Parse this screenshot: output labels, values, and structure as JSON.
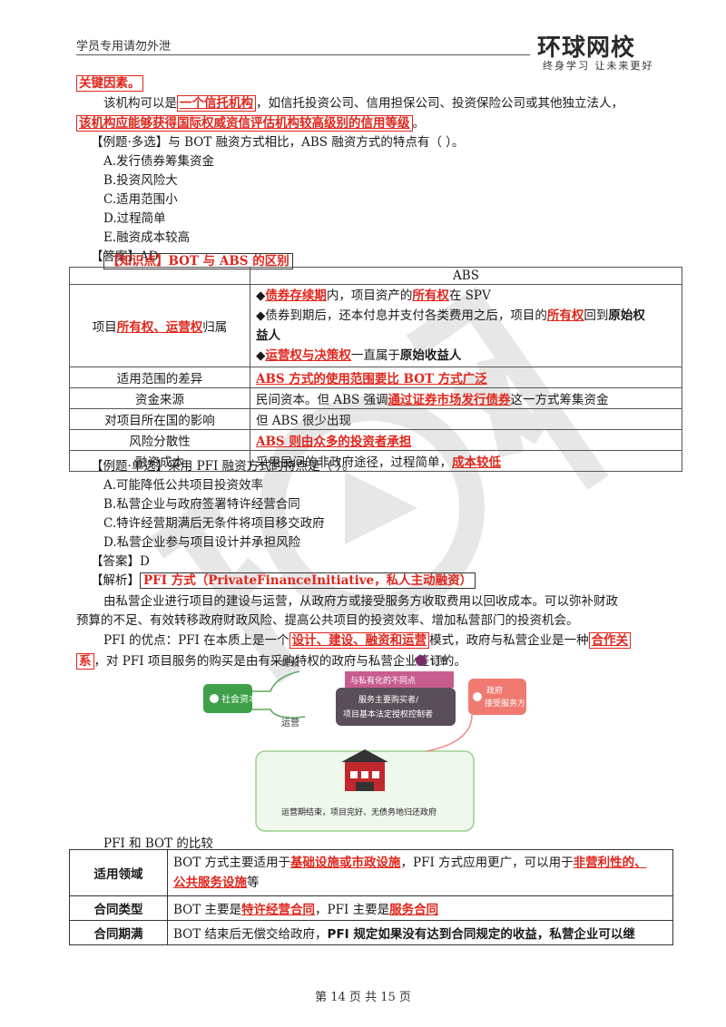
{
  "header": {
    "left": "学员专用请勿外泄",
    "logo_title": "环球网校",
    "logo_sub": "终身学习 让未来更好"
  },
  "top": {
    "key_factor": "关键因素。",
    "para1_a": "该机构可以是",
    "para1_b": "一个信托机构",
    "para1_c": "，如信托投资公司、信用担保公司、投资保险公司或其他独立法人，",
    "para2": "该机构应能够获得国际权威资信评估机构较高级别的信用等级",
    "para2_end": "。"
  },
  "q1": {
    "stem": "【例题·多选】与 BOT 融资方式相比，ABS 融资方式的特点有（  ）。",
    "options": [
      "A.发行债券筹集资金",
      "B.投资风险大",
      "C.适用范围小",
      "D.过程简单",
      "E.融资成本较高"
    ],
    "answer": "【答案】AD"
  },
  "kp1": "【知识点】BOT 与 ABS 的区别",
  "abs_table": {
    "header": "ABS",
    "row1": {
      "label_a": "项目",
      "label_b": "所有权、运营权",
      "label_c": "归属",
      "l1_a": "◆",
      "l1_b": "债券存续期",
      "l1_c": "内，项目资产的",
      "l1_d": "所有权",
      "l1_e": "在 SPV",
      "l2_a": "◆债券到期后，还本付息并支付各类费用之后，项目的",
      "l2_b": "所有权",
      "l2_c": "回到",
      "l2_d": "原始权",
      "l3": "益人",
      "l4_a": "◆",
      "l4_b": "运营权与决策权",
      "l4_c": "一直属于",
      "l4_d": "原始收益人"
    },
    "row2": {
      "label": "适用范围的差异",
      "value": "ABS 方式的使用范围要比 BOT 方式广泛"
    },
    "row3": {
      "label": "资金来源",
      "value_a": "民间资本。但 ABS 强调",
      "value_b": "通过证券市场发行债券",
      "value_c": "这一方式筹集资金"
    },
    "row4": {
      "label": "对项目所在国的影响",
      "value": "但 ABS 很少出现"
    },
    "row5": {
      "label": "风险分散性",
      "value": "ABS 则由众多的投资者承担"
    },
    "row6": {
      "label": "融资成本",
      "value_a": "采用民间的非政府途径，过程简单，",
      "value_b": "成本较低"
    }
  },
  "q2": {
    "stem": "【例题·单选】采用 PFI 融资方式的特点是（  ）。",
    "options": [
      "A.可能降低公共项目投资效率",
      "B.私营企业与政府签署特许经营合同",
      "C.特许经营期满后无条件将项目移交政府",
      "D.私营企业参与项目设计并承担风险"
    ],
    "answer": "【答案】D"
  },
  "analysis": {
    "label": "【解析】",
    "title": "PFI 方式（PrivateFinanceInitiative，私人主动融资）",
    "p1_l1": "由私营企业进行项目的建设与运营，从政府方或接受服务方收取费用以回收成本。可以弥补财政",
    "p1_l2": "预算的不足、有效转移政府财政风险、提高公共项目的投资效率、增加私营部门的投资机会。",
    "p2_a": "PFI 的优点：PFI 在本质上是一个",
    "p2_b": "设计、建设、融资和运营",
    "p2_c": "模式，政府与私营企业是一种",
    "p2_d": "合作关",
    "p3_a": "系",
    "p3_b": "，对 PFI 项目服务的购买是由有采购特权的政府与私营企业签订的。"
  },
  "diagram": {
    "social": "社会资本",
    "build": "建设",
    "operate": "运营",
    "pay": "付费",
    "private_tag": "与私有化的不同点",
    "service_l1": "服务主要购买者/",
    "service_l2": "项目基本法定授权控制者",
    "gov_l1": "政府",
    "gov_l2": "接受服务方",
    "bottom": "运营期结束，项目完好、无债务地归还政府"
  },
  "cmp_title": "PFI 和 BOT 的比较",
  "cmp_table": {
    "r1": {
      "k": "适用领域",
      "v_a": "BOT 方式主要适用于",
      "v_b": "基础设施或市政设施",
      "v_c": "，PFI 方式应用更广，可以用于",
      "v_d": "非营利性的、",
      "v_e": "公共服务设施",
      "v_f": "等"
    },
    "r2": {
      "k": "合同类型",
      "v_a": "BOT 主要是",
      "v_b": "特许经营合同",
      "v_c": "，PFI 主要是",
      "v_d": "服务合同"
    },
    "r3": {
      "k": "合同期满",
      "v_a": "BOT 结束后无偿交给政府，",
      "v_b": "PFI 规定如果没有达到合同规定的收益，私营企业可以继"
    }
  },
  "footer": "第 14 页 共 15 页"
}
